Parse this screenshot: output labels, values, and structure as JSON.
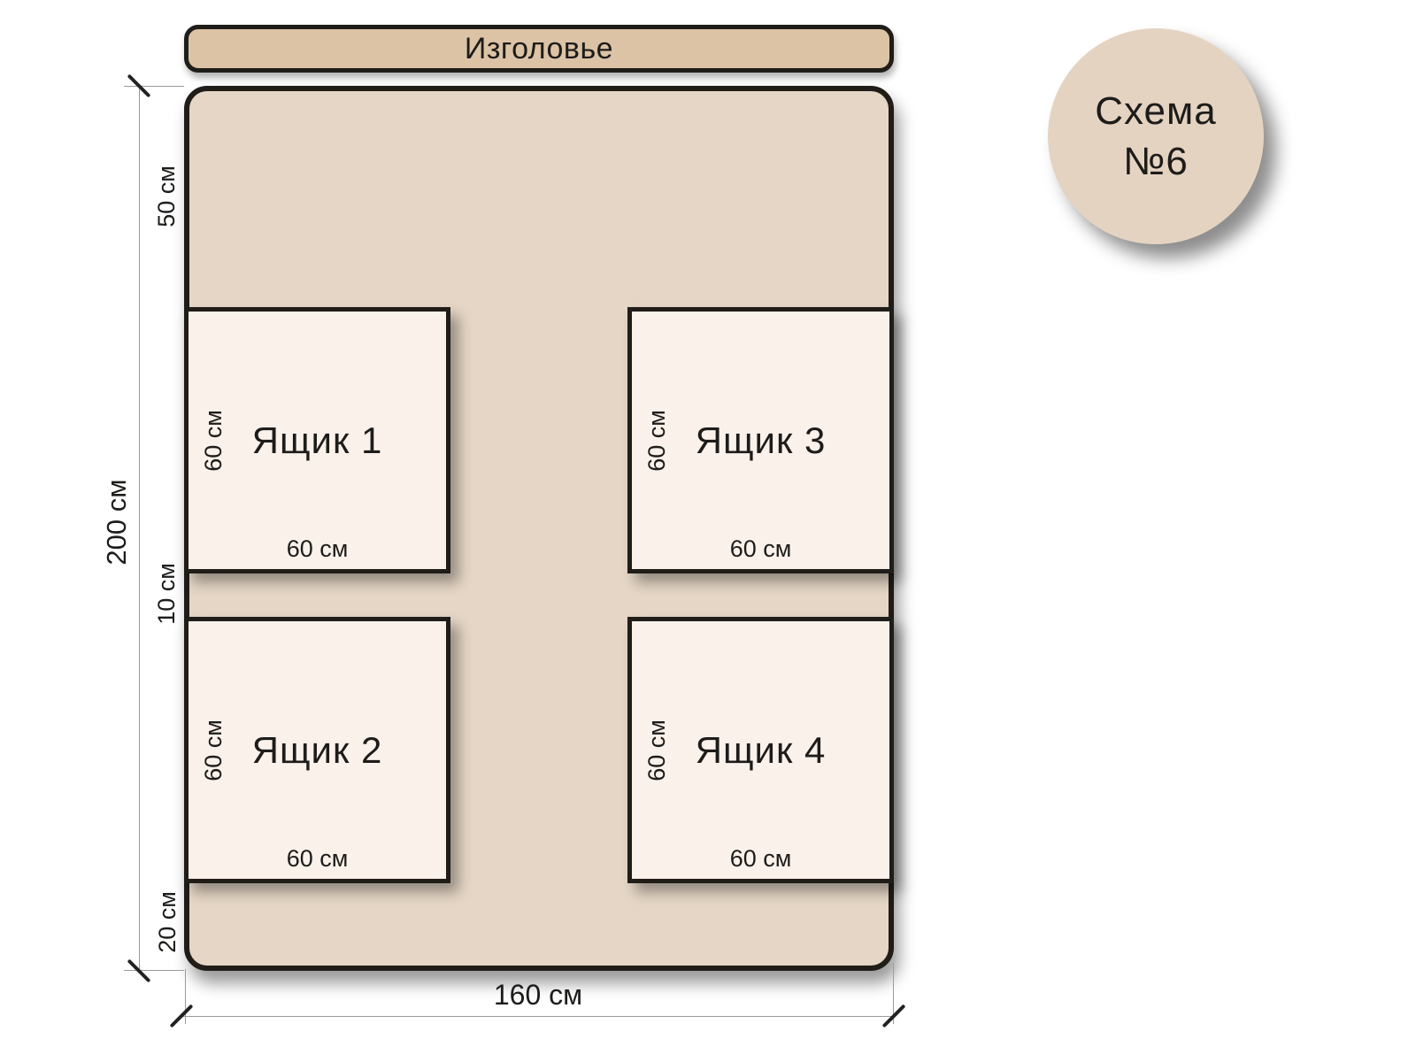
{
  "badge": {
    "line1": "Схема",
    "line2": "№6"
  },
  "headboard": {
    "label": "Изголовье"
  },
  "drawers": [
    {
      "name": "Ящик 1",
      "side_label": "60 см",
      "bottom_label": "60 см"
    },
    {
      "name": "Ящик 2",
      "side_label": "60 см",
      "bottom_label": "60 см"
    },
    {
      "name": "Ящик 3",
      "side_label": "60 см",
      "bottom_label": "60 см"
    },
    {
      "name": "Ящик 4",
      "side_label": "60 см",
      "bottom_label": "60 см"
    }
  ],
  "dimensions": {
    "total_height": "200 см",
    "total_width": "160 см",
    "segment_top": "50 см",
    "segment_gap": "10 см",
    "segment_bottom": "20 см"
  },
  "colors": {
    "headboard_fill": "#dcc3a5",
    "bed_fill": "#e5d6c5",
    "drawer_fill": "#faf1ea",
    "badge_fill": "#e5d3c2",
    "outline": "#201d19",
    "dimension_line": "#9b9b9b",
    "text": "#1d1c1a",
    "background": "#ffffff"
  }
}
